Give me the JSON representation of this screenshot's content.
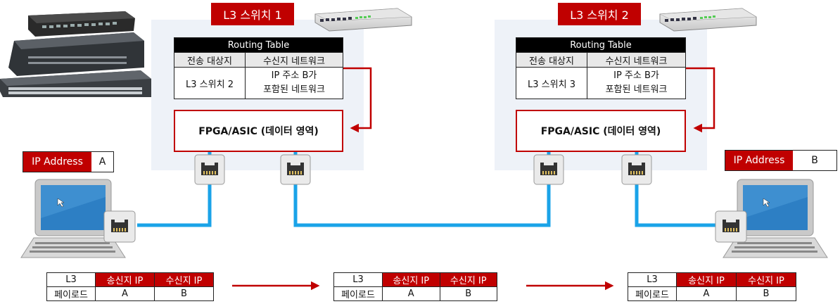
{
  "switch1": {
    "title": "L3 스위치 1",
    "routing_table": {
      "title": "Routing Table",
      "col1": "전송 대상지",
      "col2": "수신지 네트워크",
      "row_target": "L3 스위치 2",
      "row_net_line1": "IP 주소 B가",
      "row_net_line2": "포함된 네트워크"
    },
    "fpga": "FPGA/ASIC (데이터 영역)"
  },
  "switch2": {
    "title": "L3 스위치 2",
    "routing_table": {
      "title": "Routing Table",
      "col1": "전송 대상지",
      "col2": "수신지 네트워크",
      "row_target": "L3 스위치 3",
      "row_net_line1": "IP 주소 B가",
      "row_net_line2": "포함된 네트워크"
    },
    "fpga": "FPGA/ASIC (데이터 영역)"
  },
  "host_left": {
    "ip_label": "IP Address",
    "ip_value": "A"
  },
  "host_right": {
    "ip_label": "IP Address",
    "ip_value": "B"
  },
  "packet": {
    "l3": "L3",
    "payload": "페이로드",
    "src_label": "송신지 IP",
    "dst_label": "수신지 IP",
    "src_value": "A",
    "dst_value": "B"
  },
  "colors": {
    "accent_red": "#c00000",
    "cable_blue": "#1aa3e8",
    "panel_bg": "#eef2f8"
  }
}
